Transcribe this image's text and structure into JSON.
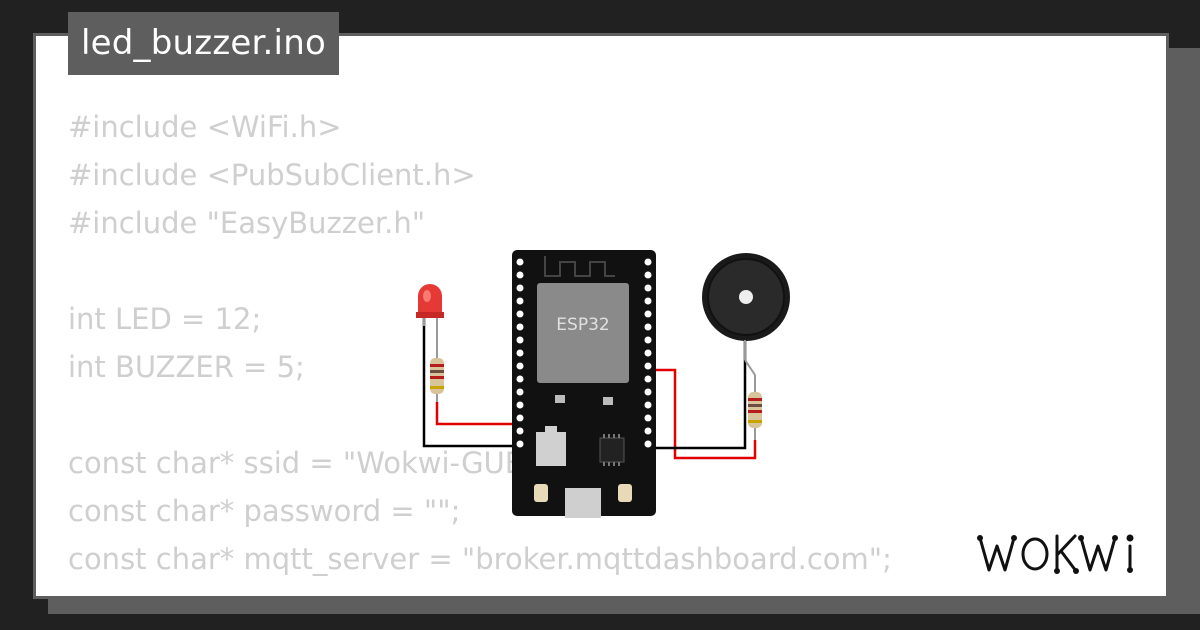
{
  "file": {
    "name": "led_buzzer.ino"
  },
  "code": {
    "lines": [
      "#include <WiFi.h>",
      "#include <PubSubClient.h>",
      "#include \"EasyBuzzer.h\"",
      "",
      "int LED = 12;",
      "int BUZZER = 5;",
      "",
      "const char* ssid = \"Wokwi-GUEST\";",
      "const char* password = \"\";",
      "const char* mqtt_server = \"broker.mqttdashboard.com\";"
    ]
  },
  "diagram": {
    "board_label": "ESP32",
    "components": [
      "led-red",
      "resistor",
      "esp32-devkit",
      "buzzer",
      "resistor"
    ],
    "colors": {
      "board": "#111111",
      "chip": "#888888",
      "led": "#e53935",
      "wire_red": "#e00000",
      "wire_black": "#000000",
      "resistor_body": "#d8c49a"
    }
  },
  "branding": {
    "logo_text": "WOKWI"
  },
  "colors": {
    "background": "#212121",
    "card": "#ffffff",
    "frame": "#5e5e5e",
    "code_text": "#cfcfcf",
    "title_text": "#ffffff"
  }
}
